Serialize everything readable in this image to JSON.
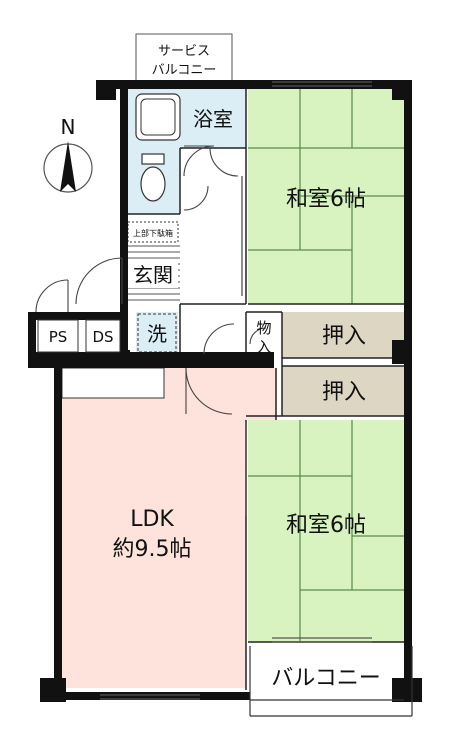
{
  "compass": {
    "label": "N"
  },
  "rooms": {
    "service_balcony": {
      "line1": "サービス",
      "line2": "バルコニー"
    },
    "bathroom": "浴室",
    "washitsu_top": "和室6帖",
    "washitsu_bottom": "和室6帖",
    "shoe_box": "上部下駄箱",
    "entrance": "玄関",
    "laundry": "洗",
    "storage": {
      "line1": "物",
      "line2": "入"
    },
    "closet_top": "押入",
    "closet_bottom": "押入",
    "ps": "PS",
    "ds": "DS",
    "ldk": {
      "line1": "LDK",
      "line2": "約9.5帖"
    },
    "balcony": "バルコニー"
  },
  "colors": {
    "tatami": "#d8f3c0",
    "tatami_line": "#5a8a4a",
    "ldk_floor": "#fde3dc",
    "wet_area": "#dbeef6",
    "closet": "#ddd6c2",
    "wall": "#111111"
  }
}
